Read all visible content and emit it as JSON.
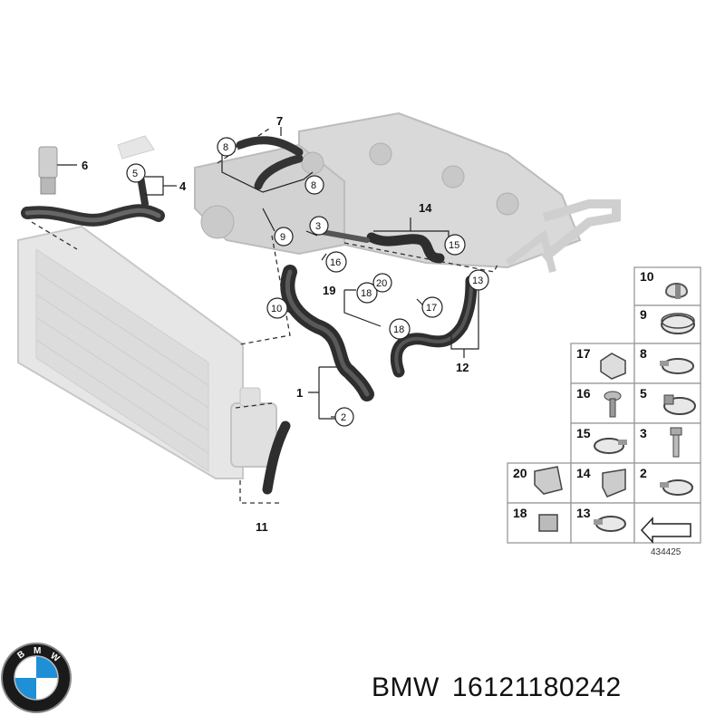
{
  "diagram": {
    "callouts": {
      "c1": "1",
      "c2": "2",
      "c3": "3",
      "c4": "4",
      "c5": "5",
      "c6": "6",
      "c7": "7",
      "c8a": "8",
      "c8b": "8",
      "c9": "9",
      "c10": "10",
      "c11": "11",
      "c12": "12",
      "c13": "13",
      "c14": "14",
      "c15": "15",
      "c16": "16",
      "c17": "17",
      "c18a": "18",
      "c18b": "18",
      "c19": "19",
      "c20": "20"
    },
    "legend": [
      {
        "number": "10",
        "icon": "hose-clamp-spring-icon"
      },
      {
        "number": "9",
        "icon": "band-clamp-icon"
      },
      {
        "number": "17",
        "icon": "clip-holder-icon"
      },
      {
        "number": "8",
        "icon": "hose-clamp-icon"
      },
      {
        "number": "16",
        "icon": "collar-screw-icon"
      },
      {
        "number": "5",
        "icon": "worm-clamp-icon"
      },
      {
        "number": "15",
        "icon": "hose-clamp-icon"
      },
      {
        "number": "3",
        "icon": "bolt-icon"
      },
      {
        "number": "20",
        "icon": "bracket-icon"
      },
      {
        "number": "14",
        "icon": "holder-icon"
      },
      {
        "number": "2",
        "icon": "hose-clamp-icon"
      },
      {
        "number": "18",
        "icon": "clip-nut-icon"
      },
      {
        "number": "13",
        "icon": "hose-clamp-icon"
      },
      {
        "number": "",
        "icon": "arrow-icon"
      }
    ],
    "reference": "434425"
  },
  "caption": {
    "brand": "BMW",
    "part_number": "16121180242"
  },
  "logo": {
    "letters": "BMW",
    "colors": {
      "blue": "#1f8fd6",
      "ring": "#1a1a1a"
    }
  }
}
